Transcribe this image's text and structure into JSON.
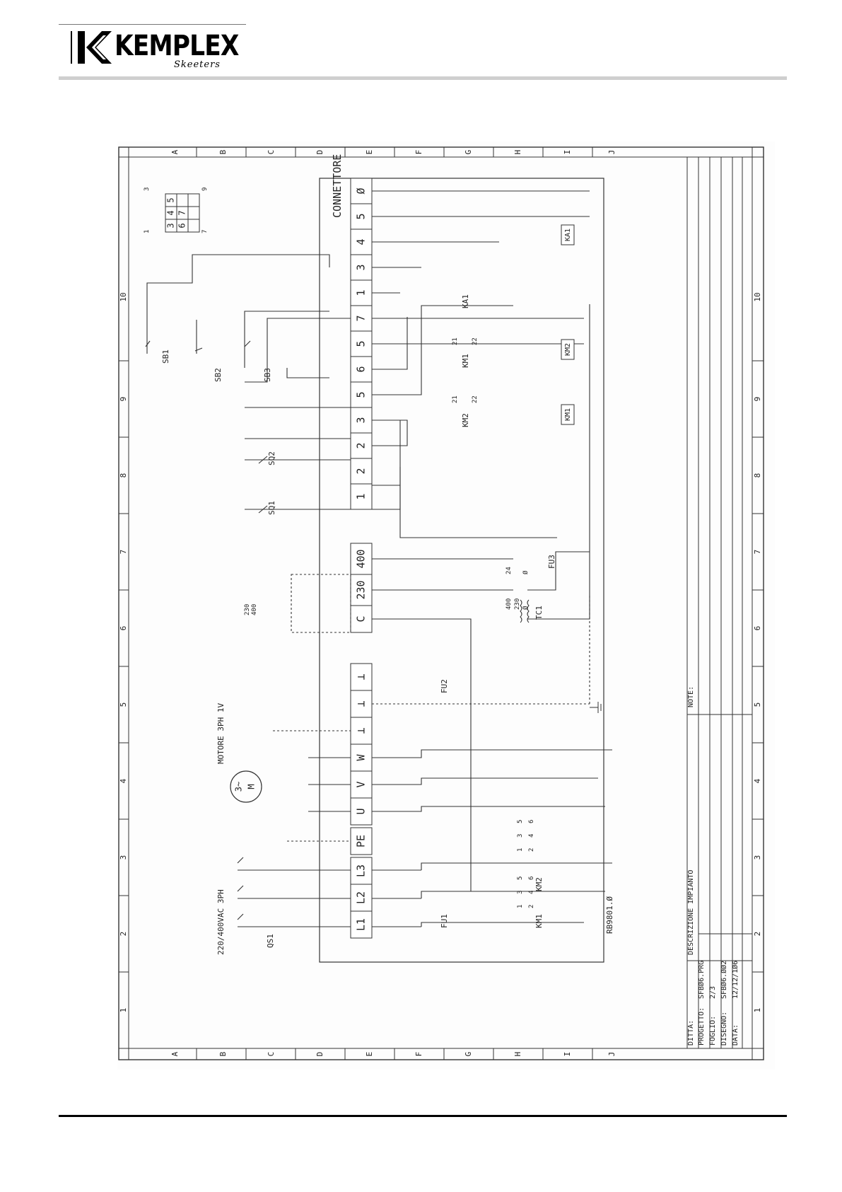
{
  "header": {
    "logo_text": "KEMPLEX",
    "logo_subtitle": "Skeeters"
  },
  "drawing": {
    "columns_top": [
      "A",
      "B",
      "C",
      "D",
      "E",
      "F",
      "G",
      "H",
      "I",
      "J"
    ],
    "columns_bottom": [
      "A",
      "B",
      "C",
      "D",
      "E",
      "F",
      "G",
      "H",
      "I",
      "J"
    ],
    "rows_left": [
      "1",
      "2",
      "3",
      "4",
      "5",
      "6",
      "7",
      "8",
      "9",
      "10"
    ],
    "rows_right": [
      "1",
      "2",
      "3",
      "4",
      "5",
      "6",
      "7",
      "8",
      "9",
      "10"
    ],
    "connector_label": "CONNETTORE",
    "terminals": [
      "L1",
      "L2",
      "L3",
      "PE",
      "U",
      "V",
      "W",
      "⊥",
      "⊥",
      "⊥",
      "C",
      "230",
      "400",
      "1",
      "2",
      "2",
      "3",
      "5",
      "6",
      "5",
      "7",
      "1",
      "3",
      "4",
      "5",
      "Ø"
    ],
    "supply_label": "220/400VAC 3PH",
    "motor_label": "MOTORE 3PH 1V",
    "motor_symbol": "M",
    "motor_phase": "3~",
    "voltage_legend": [
      "230",
      "400"
    ],
    "components": {
      "qs1": "QS1",
      "fu1": "FU1",
      "fu2": "FU2",
      "fu3": "FU3",
      "km1": "KM1",
      "km2": "KM2",
      "ka1": "KA1",
      "tc1": "TC1",
      "sq1": "SQ1",
      "sq2": "SQ2",
      "sb1": "SB1",
      "sb2": "SB2",
      "sb3": "SB3",
      "km1_coil": "KM1",
      "km2_coil": "KM2",
      "ka1_coil": "KA1",
      "km2_contact": "KM2",
      "km1_contact": "KM1"
    },
    "transformer_taps": [
      "400",
      "230",
      "Ø",
      "24",
      "Ø"
    ],
    "contact_numbers": {
      "a": "21",
      "b": "22"
    },
    "km_pins_top": [
      "1",
      "3",
      "5"
    ],
    "km_pins_bottom": [
      "2",
      "4",
      "6"
    ],
    "keypad": [
      "3",
      "4",
      "5",
      "6",
      "7"
    ],
    "keypad_marks": [
      "1",
      "3",
      "7",
      "9"
    ],
    "drawing_code": "RB9801.Ø",
    "title_block": {
      "ditta_label": "DITTA:",
      "progetto_label": "PROGETTO:",
      "progetto_value": "SFBØ6.PRG",
      "foglio_label": "FOGLIO:",
      "foglio_value": "2/3",
      "disegno_label": "DISEGNO:",
      "disegno_value": "SFBØ6.ØØ2",
      "data_label": "DATA:",
      "data_value": "12/12/1Ø6",
      "descrizione": "DESCRIZIONE IMPIANTO",
      "note": "NOTE:"
    }
  }
}
